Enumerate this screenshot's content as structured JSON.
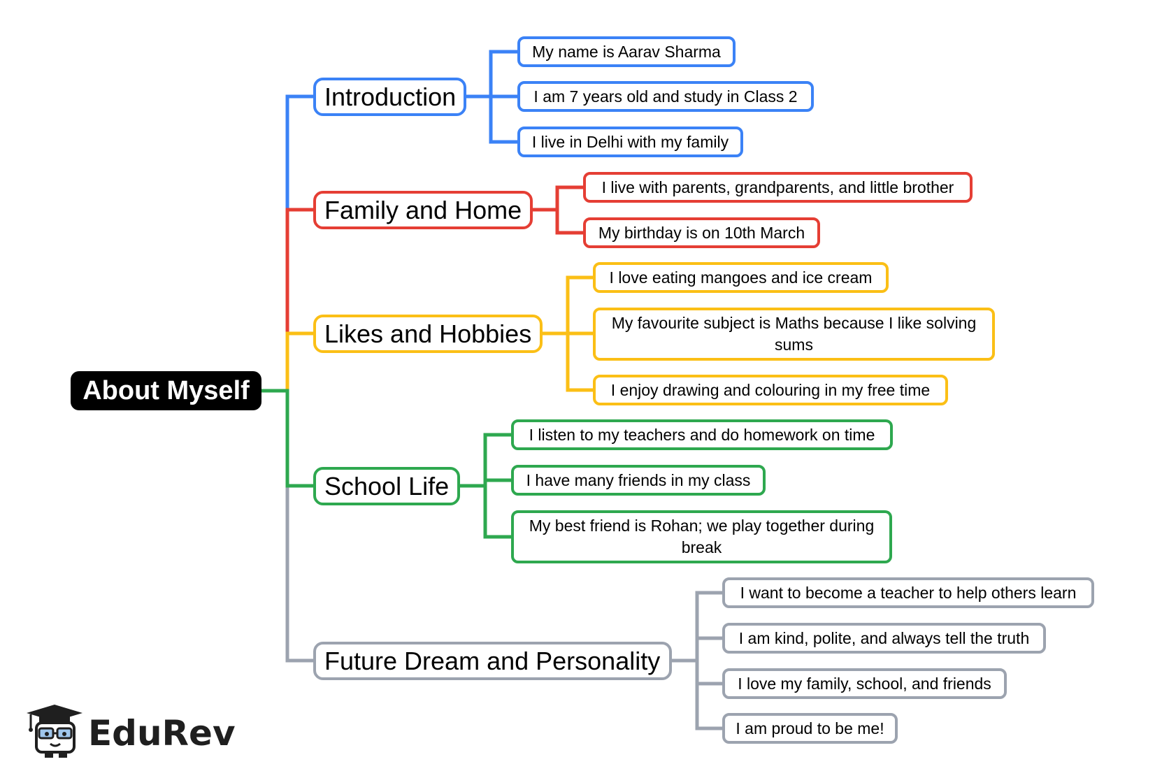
{
  "colors": {
    "introduction": "#3b82f6",
    "family": "#e53e34",
    "hobbies": "#fbbf16",
    "school": "#2ea84f",
    "future": "#9ca3af",
    "root_bg": "#000000"
  },
  "root": {
    "label": "About Myself"
  },
  "branches": [
    {
      "label": "Introduction",
      "color_key": "introduction",
      "items": [
        "My name is Aarav Sharma",
        "I am 7 years old and study in Class 2",
        "I live in Delhi with my family"
      ]
    },
    {
      "label": "Family and Home",
      "color_key": "family",
      "items": [
        "I live with parents, grandparents, and little brother",
        "My birthday is on 10th March"
      ]
    },
    {
      "label": "Likes and Hobbies",
      "color_key": "hobbies",
      "items": [
        "I love eating mangoes and ice cream",
        "My favourite subject is Maths because I like solving sums",
        "I enjoy drawing and colouring in my free time"
      ]
    },
    {
      "label": "School Life",
      "color_key": "school",
      "items": [
        "I listen to my teachers and do homework on time",
        "I have many friends in my class",
        "My best friend is Rohan; we play together during break"
      ]
    },
    {
      "label": "Future Dream and Personality",
      "color_key": "future",
      "items": [
        "I want to become a teacher to help others learn",
        "I am kind, polite, and always tell the truth",
        "I love my family, school, and friends",
        "I am proud to be me!"
      ]
    }
  ],
  "logo": {
    "text": "EduRev",
    "icon": "graduation-cap-mascot-icon"
  }
}
